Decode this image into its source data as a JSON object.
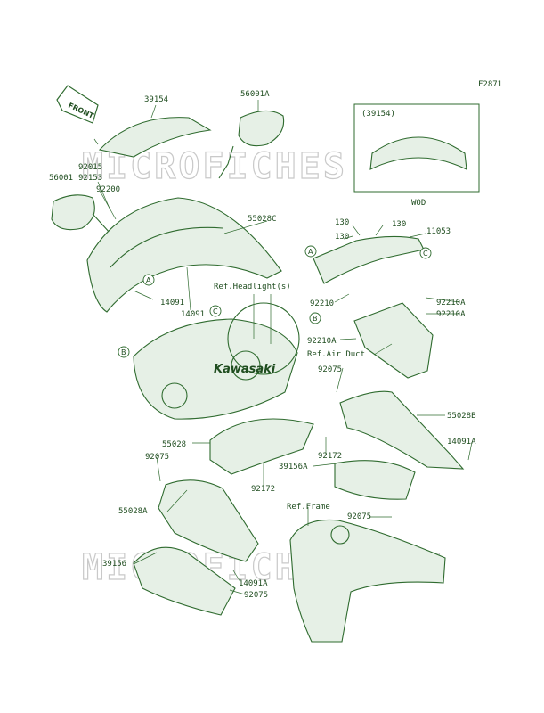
{
  "figure_code": "F2871",
  "front_label": "FRONT",
  "wod_box": {
    "header": "(39154)",
    "footer": "WOD"
  },
  "brand_badge": "Kawasaki",
  "watermarks": [
    "MICROFICHES.NET",
    "MICROFICHES.NET"
  ],
  "part_labels": [
    "39154",
    "56001A",
    "92015",
    "92153",
    "56001",
    "92200",
    "55028C",
    "14091",
    "14091",
    "Ref.Headlight(s)",
    "130",
    "130",
    "130",
    "11053",
    "92210",
    "92210A",
    "92210A",
    "92210A",
    "Ref.Air Duct",
    "92075",
    "55028B",
    "14091A",
    "55028",
    "39156A",
    "92172",
    "92172",
    "92075",
    "55028A",
    "Ref.Frame",
    "92075",
    "39156",
    "14091A",
    "92075"
  ],
  "callouts": [
    "A",
    "A",
    "B",
    "B",
    "C",
    "C"
  ]
}
